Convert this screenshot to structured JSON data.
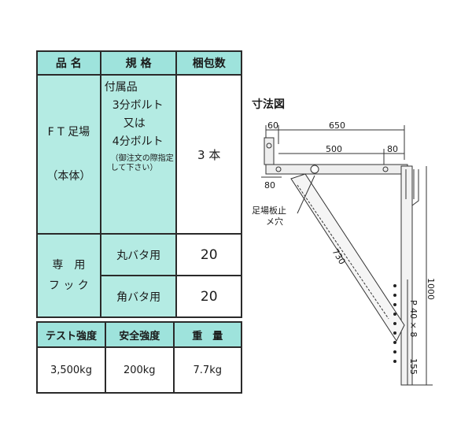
{
  "spec_table": {
    "headers": [
      "品 名",
      "規 格",
      "梱包数"
    ],
    "product": {
      "name_line1": "F T 足場",
      "name_line2": "（本体）"
    },
    "accessory": {
      "line1": "付属品",
      "line2": "3分ボルト",
      "line3": "又は",
      "line4": "4分ボルト",
      "note": "（御注文の際指定して下さい）"
    },
    "package_qty": "3 本",
    "hook": {
      "label_line1": "専　用",
      "label_line2": "フ ッ ク",
      "rows": [
        {
          "type": "丸バタ用",
          "qty": "20"
        },
        {
          "type": "角バタ用",
          "qty": "20"
        }
      ]
    }
  },
  "test_table": {
    "headers": [
      "テスト強度",
      "安全強度",
      "重　量"
    ],
    "values": [
      "3,500kg",
      "200kg",
      "7.7kg"
    ]
  },
  "diagram": {
    "title": "寸法図",
    "dims": {
      "d60": "60",
      "d650": "650",
      "d500": "500",
      "d80_right": "80",
      "d80_left": "80",
      "d730": "730",
      "d1000": "1000",
      "pitch": "P 40 × 8",
      "d155": "155"
    },
    "hole_label_line1": "足場板止",
    "hole_label_line2": "メ穴"
  },
  "colors": {
    "header_bg": "#9ee3dc",
    "cell_bg": "#b4ebe3"
  }
}
